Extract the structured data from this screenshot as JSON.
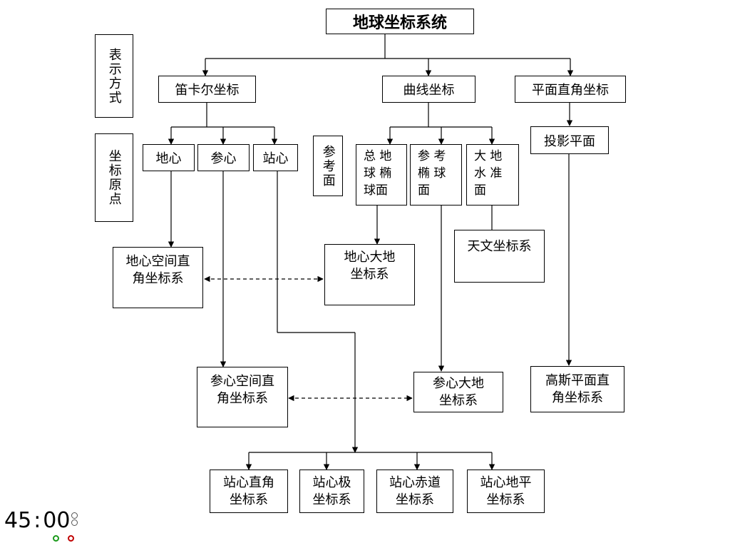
{
  "title": "地球坐标系统",
  "side_labels": {
    "representation": "表示方式",
    "origin": "坐标原点"
  },
  "reference_surface_label": "参考面",
  "categories": {
    "cartesian": "笛卡尔坐标",
    "curvilinear": "曲线坐标",
    "plane": "平面直角坐标"
  },
  "origins": {
    "geocentric": "地心",
    "reference": "参心",
    "topocentric": "站心"
  },
  "surfaces": {
    "earth_ellipsoid": "总  地\n球  椭\n球面",
    "reference_ellipsoid": "参  考\n椭  球\n面",
    "geoid": "大  地\n水  准\n面",
    "projection_plane": "投影平面"
  },
  "systems": {
    "geocentric_cartesian": "地心空间直\n角坐标系",
    "geocentric_geodetic": "地心大地\n坐标系",
    "astronomical": "天文坐标系",
    "reference_cartesian": "参心空间直\n角坐标系",
    "reference_geodetic": "参心大地\n坐标系",
    "gauss_plane": "高斯平面直\n角坐标系",
    "topo_cartesian": "站心直角\n坐标系",
    "topo_polar": "站心极\n坐标系",
    "topo_equatorial": "站心赤道\n坐标系",
    "topo_horizon": "站心地平\n坐标系"
  },
  "timer": {
    "minutes": "45",
    "seconds": "00"
  }
}
